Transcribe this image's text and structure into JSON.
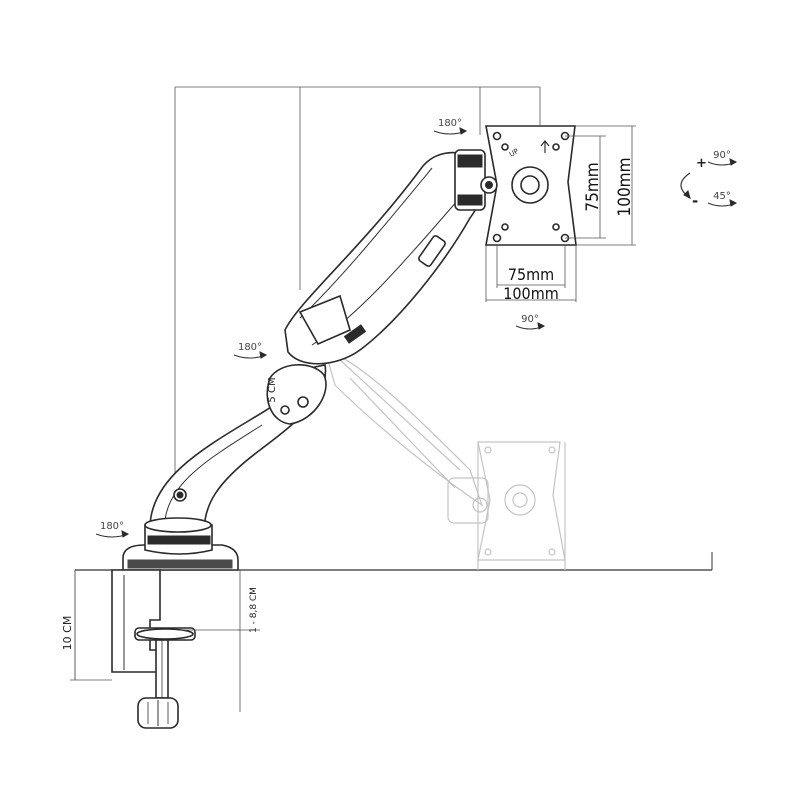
{
  "rotations": {
    "top": "180°",
    "middle": "180°",
    "base": "180°",
    "plate_bottom": "90°",
    "plate_right_top": "90°",
    "plate_right_bottom": "45°"
  },
  "tilt_signs": {
    "plus": "+",
    "minus": "-"
  },
  "vesa": {
    "vertical_inner": "75mm",
    "vertical_outer": "100mm",
    "horizontal_inner": "75mm",
    "horizontal_outer": "100mm"
  },
  "clamp": {
    "height": "10 CM",
    "range": "1 - 8,8 CM",
    "arm_offset": "5 CM"
  }
}
